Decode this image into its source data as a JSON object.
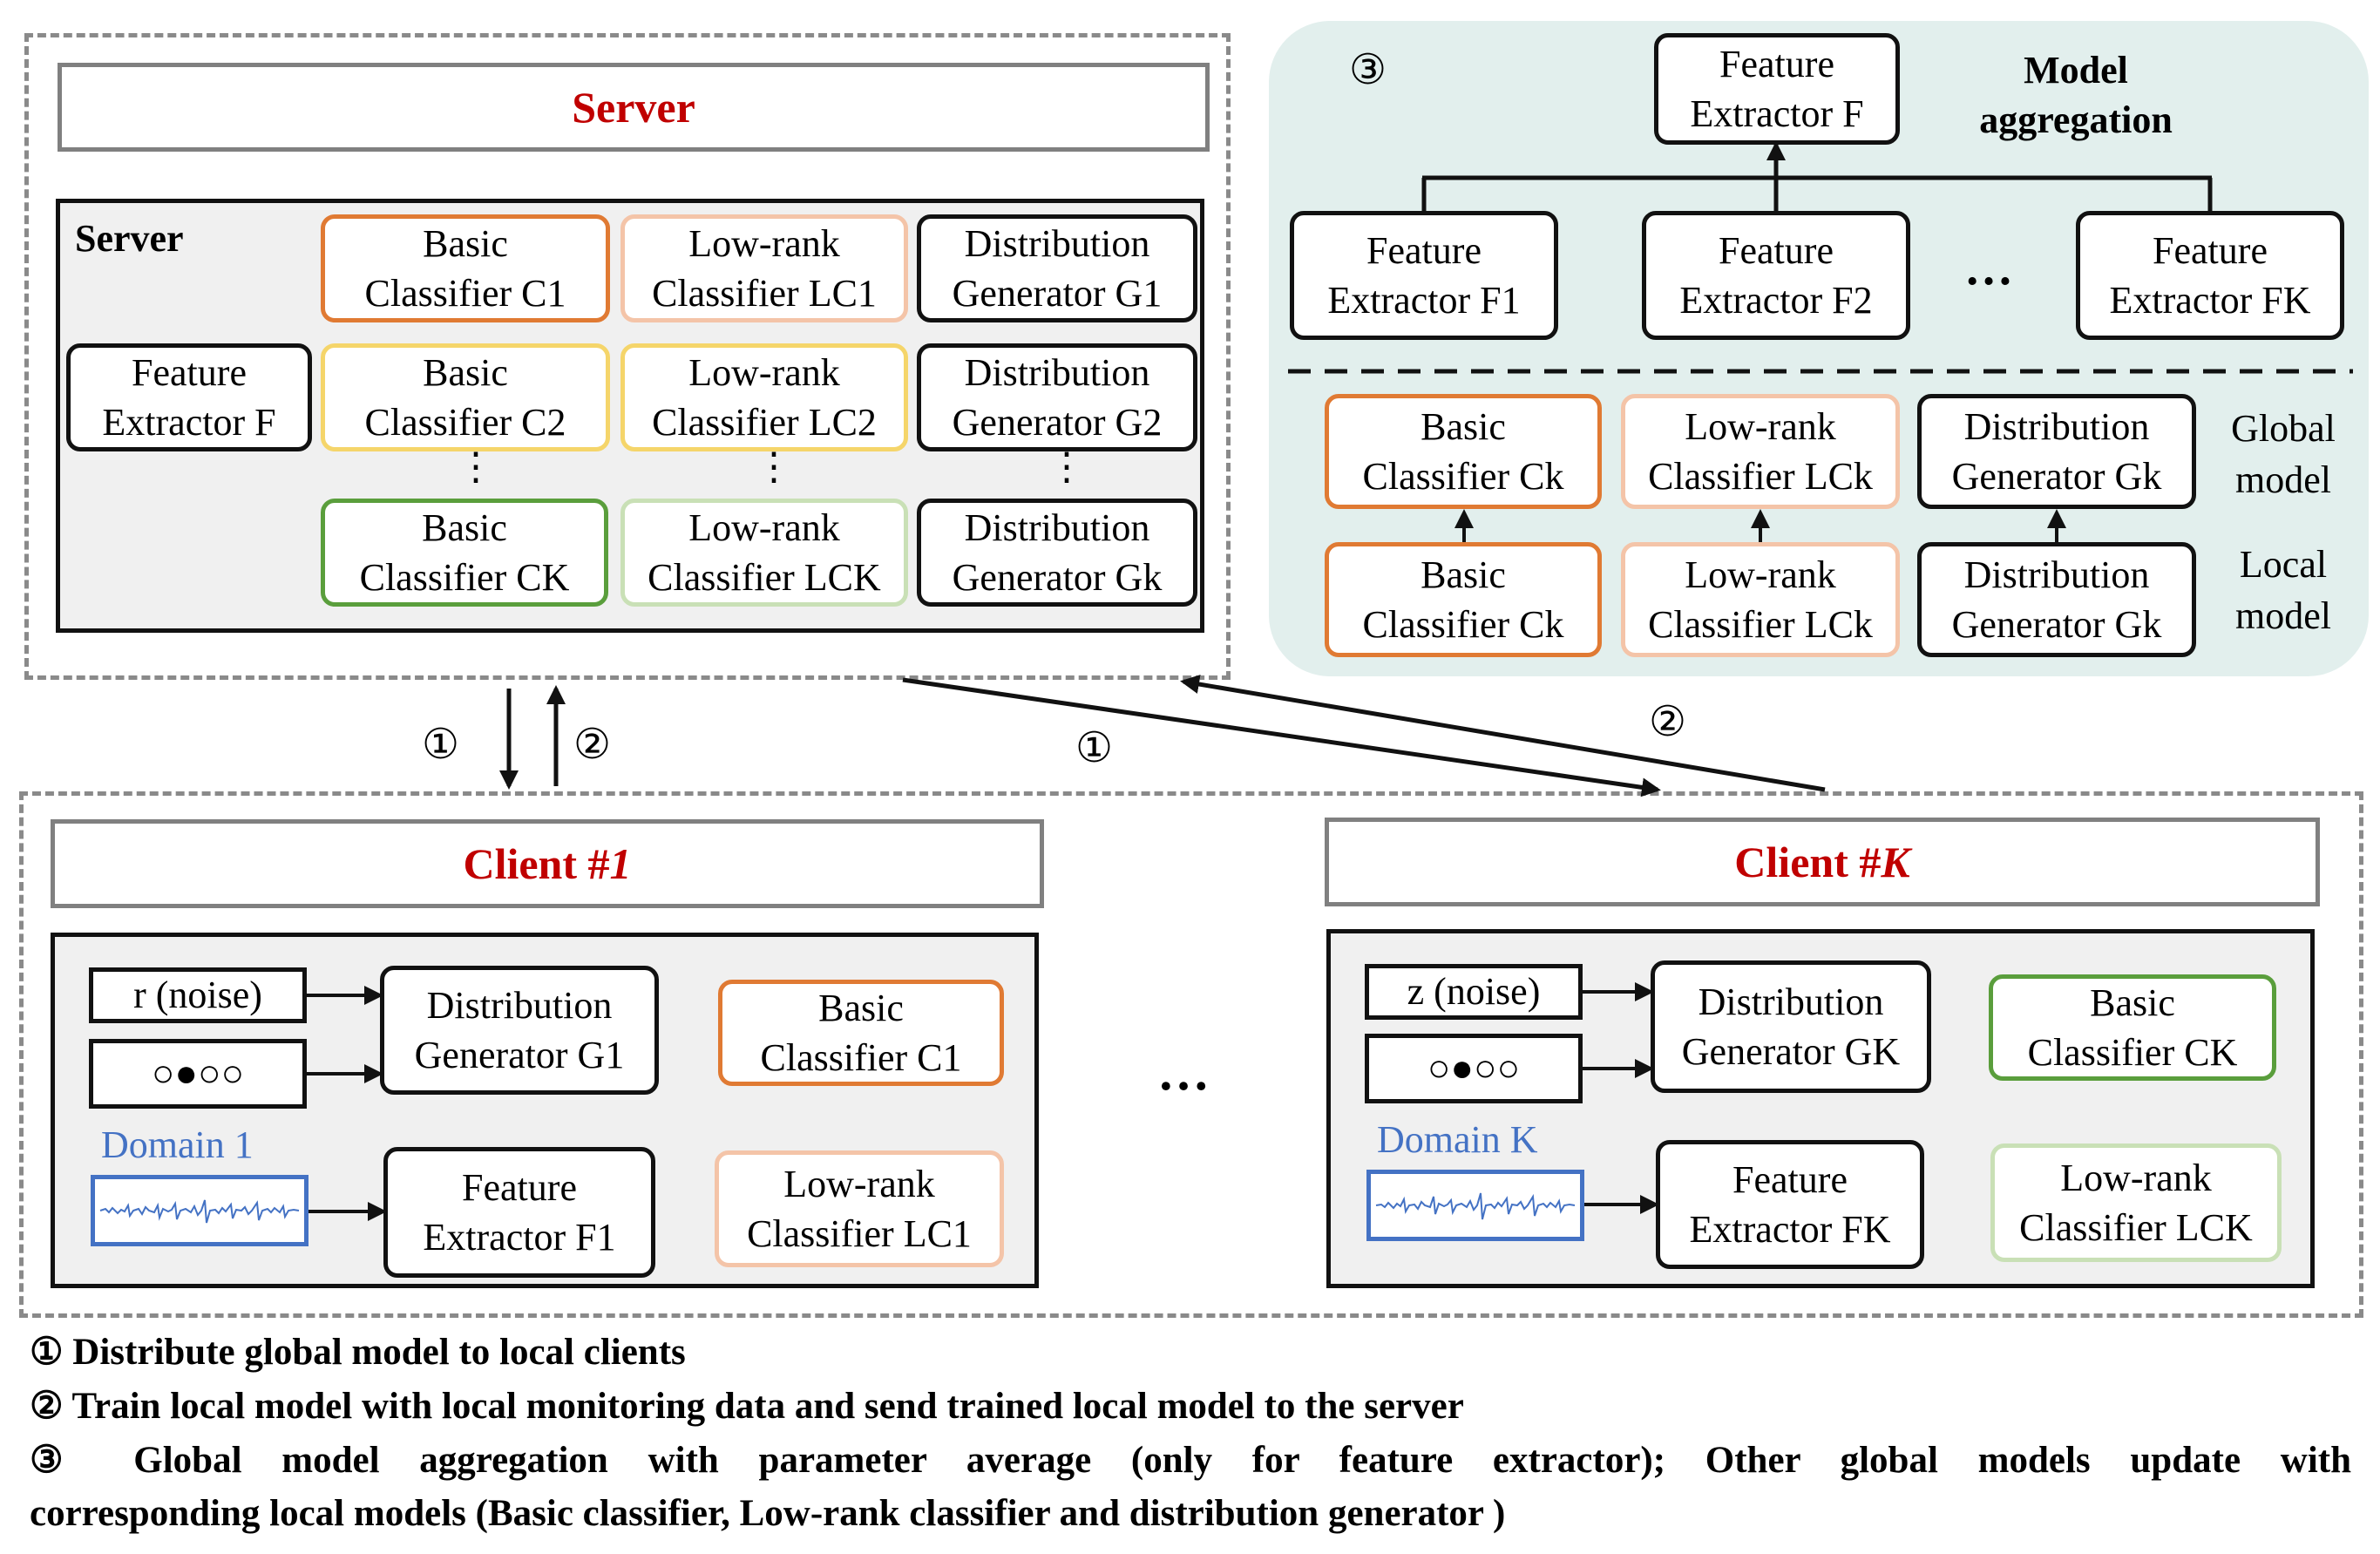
{
  "server": {
    "title": "Server",
    "panel_label": "Server",
    "feature_extractor": [
      "Feature",
      "Extractor F"
    ],
    "rows": [
      {
        "basic": [
          "Basic",
          "Classifier C1"
        ],
        "lowrank": [
          "Low-rank",
          "Classifier LC1"
        ],
        "generator": [
          "Distribution",
          "Generator G1"
        ]
      },
      {
        "basic": [
          "Basic",
          "Classifier C2"
        ],
        "lowrank": [
          "Low-rank",
          "Classifier LC2"
        ],
        "generator": [
          "Distribution",
          "Generator G2"
        ]
      },
      {
        "basic": [
          "Basic",
          "Classifier CK"
        ],
        "lowrank": [
          "Low-rank",
          "Classifier LCK"
        ],
        "generator": [
          "Distribution",
          "Generator Gk"
        ]
      }
    ],
    "vdots": "⋮"
  },
  "aggregation": {
    "step": "③",
    "title": [
      "Model",
      "aggregation"
    ],
    "top": [
      "Feature",
      "Extractor F"
    ],
    "extractors": [
      [
        "Feature",
        "Extractor F1"
      ],
      [
        "Feature",
        "Extractor F2"
      ],
      [
        "Feature",
        "Extractor FK"
      ]
    ],
    "hdots": "…",
    "global_label": [
      "Global",
      "model"
    ],
    "local_label": [
      "Local",
      "model"
    ],
    "global_row": [
      [
        "Basic",
        "Classifier Ck"
      ],
      [
        "Low-rank",
        "Classifier LCk"
      ],
      [
        "Distribution",
        "Generator Gk"
      ]
    ],
    "local_row": [
      [
        "Basic",
        "Classifier Ck"
      ],
      [
        "Low-rank",
        "Classifier LCk"
      ],
      [
        "Distribution",
        "Generator Gk"
      ]
    ]
  },
  "arrows": {
    "step1": "①",
    "step2": "②"
  },
  "clients": [
    {
      "title_prefix": "Client #",
      "title_index": "1",
      "noise": "r (noise)",
      "circles": "○●○○",
      "domain": "Domain  1",
      "generator": [
        "Distribution",
        "Generator G1"
      ],
      "extractor": [
        "Feature",
        "Extractor F1"
      ],
      "basic": [
        "Basic",
        "Classifier C1"
      ],
      "lowrank": [
        "Low-rank",
        "Classifier LC1"
      ]
    },
    {
      "title_prefix": "Client #",
      "title_index": "K",
      "noise": "z (noise)",
      "circles": "○●○○",
      "domain": "Domain  K",
      "generator": [
        "Distribution",
        "Generator GK"
      ],
      "extractor": [
        "Feature",
        "Extractor FK"
      ],
      "basic": [
        "Basic",
        "Classifier CK"
      ],
      "lowrank": [
        "Low-rank",
        "Classifier LCK"
      ]
    }
  ],
  "mid_dots": "…",
  "legend": [
    "① Distribute global model to local clients",
    "② Train local model with local monitoring data and send trained local model to the server",
    "③  Global  model  aggregation  with  parameter  average  (only  for  feature  extractor);  Other  global  models  update  with",
    "corresponding local models (Basic classifier, Low-rank classifier and distribution generator )"
  ],
  "colors": {
    "title_red": "#c00000",
    "orange": "#e07a33",
    "yellow": "#f5d56a",
    "green": "#5a9e3c",
    "peach": "#f4c4a8",
    "light_green": "#c9e0b6",
    "aggregation_bg": "#e2efed",
    "domain_blue": "#4472c4"
  }
}
